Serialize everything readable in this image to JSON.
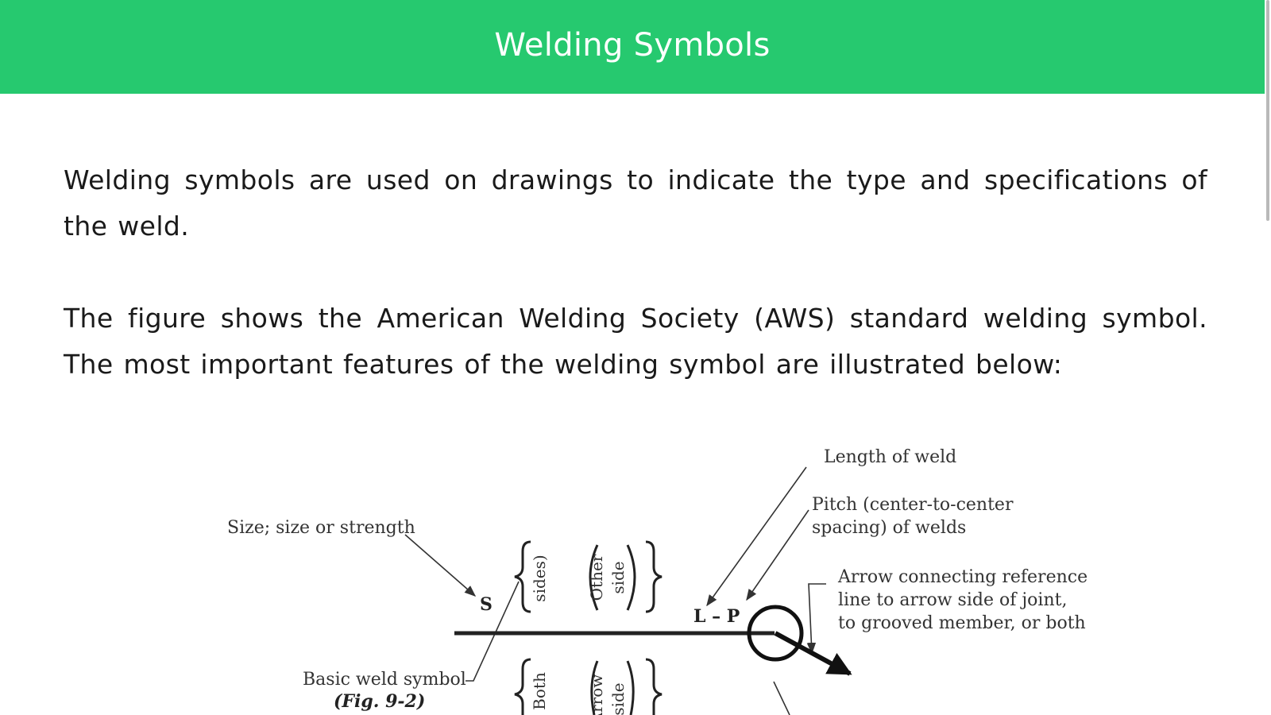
{
  "app_bar": {
    "title": "Welding Symbols",
    "color": "#26c96f"
  },
  "content": {
    "paragraphs": [
      "Welding symbols are used on drawings to indicate the type and specifications of the weld.",
      "The figure shows the American Welding Society (AWS) standard welding symbol. The most important features of the welding symbol are illustrated below:"
    ]
  },
  "figure": {
    "labels": {
      "length": "Length of weld",
      "pitch_line1": "Pitch (center-to-center",
      "pitch_line2": "spacing) of welds",
      "size": "Size; size or strength",
      "arrow_line1": "Arrow connecting reference",
      "arrow_line2": "line to arrow side of joint,",
      "arrow_line3": "to grooved member, or both",
      "basic_line1": "Basic weld symbol",
      "basic_line2": "(Fig. 9-2)",
      "s_mark": "S",
      "lp_mark": "L – P",
      "sides": "sides)",
      "other_side_1": "Other",
      "other_side_2": "side",
      "both": "Both",
      "arrow_side_1": "Arrow",
      "arrow_side_2": "side"
    }
  }
}
